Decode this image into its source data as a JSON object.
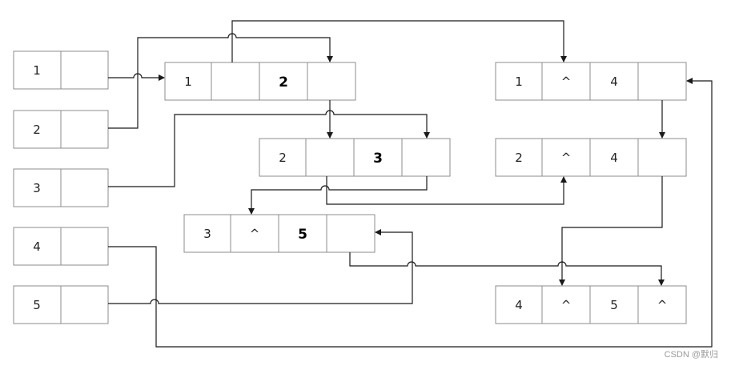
{
  "head_nodes": [
    {
      "id": "h1",
      "fields": [
        "1",
        ""
      ]
    },
    {
      "id": "h2",
      "fields": [
        "2",
        ""
      ]
    },
    {
      "id": "h3",
      "fields": [
        "3",
        ""
      ]
    },
    {
      "id": "h4",
      "fields": [
        "4",
        ""
      ]
    },
    {
      "id": "h5",
      "fields": [
        "5",
        ""
      ]
    }
  ],
  "list_nodes": [
    {
      "id": "n12",
      "fields": [
        "1",
        "",
        "2",
        ""
      ]
    },
    {
      "id": "n23",
      "fields": [
        "2",
        "",
        "3",
        ""
      ]
    },
    {
      "id": "n35",
      "fields": [
        "3",
        "^",
        "5",
        ""
      ]
    },
    {
      "id": "n14",
      "fields": [
        "1",
        "^",
        "4",
        ""
      ]
    },
    {
      "id": "n24",
      "fields": [
        "2",
        "^",
        "4",
        ""
      ]
    },
    {
      "id": "n45",
      "fields": [
        "4",
        "^",
        "5",
        "^"
      ]
    }
  ],
  "watermark": "CSDN @默归"
}
